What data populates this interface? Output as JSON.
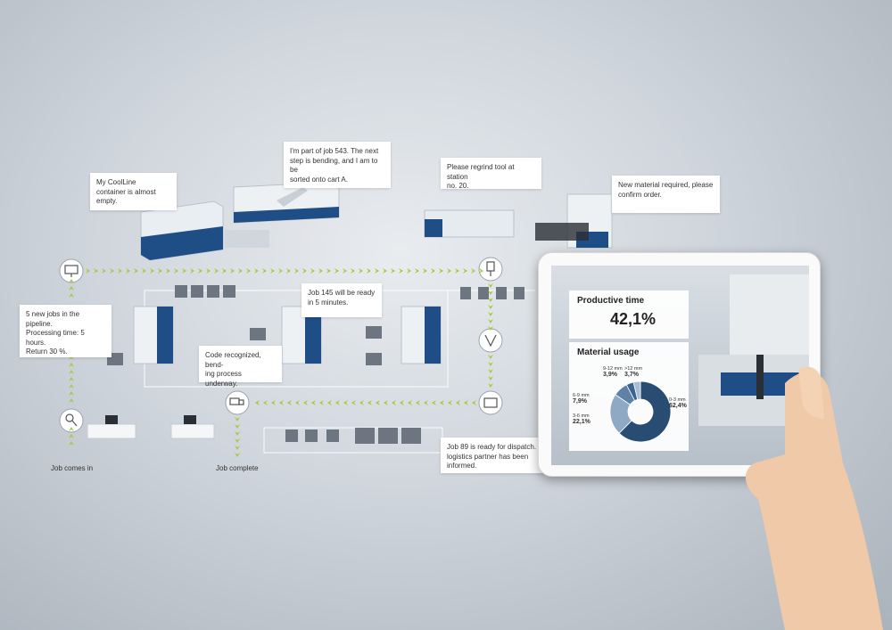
{
  "callouts": {
    "coolline": "My CoolLine\ncontainer is almost\nempty.",
    "job543": "I'm part of job 543. The next\nstep is bending, and I am to be\nsorted onto cart A.",
    "regrind": "Please regrind tool at station\nno. 20.",
    "new_material": "New material required, please\nconfirm order.",
    "pipeline": "5 new jobs in the pipeline.\nProcessing time: 5 hours.\nReturn 30 %.",
    "job145": "Job 145 will be ready\nin 5 minutes.",
    "code_recognized": "Code recognized, bend-\ning process underway.",
    "job89": "Job 89 is ready for dispatch. The\nlogistics partner has been informed."
  },
  "labels": {
    "job_comes_in": "Job comes in",
    "job_complete": "Job complete"
  },
  "icons": [
    "monitor-icon",
    "user-search-icon",
    "truck-icon",
    "punch-tool-icon",
    "bend-tool-icon",
    "press-brake-icon"
  ],
  "colors": {
    "arrow_green": "#a8c83a",
    "machine_blue": "#1f4e86",
    "chart_dark": "#284c72",
    "chart_light": "#8fa9c4"
  },
  "tablet": {
    "productive_time_title": "Productive time",
    "productive_time_value": "42,1%",
    "material_usage_title": "Material usage"
  },
  "chart_data": {
    "type": "pie",
    "title": "Material usage",
    "categories": [
      "0-3 mm",
      "3-6 mm",
      "6-9 mm",
      "9-12 mm",
      ">12 mm"
    ],
    "values": [
      62.4,
      22.1,
      7.9,
      3.9,
      3.7
    ],
    "value_labels": [
      "62,4%",
      "22,1%",
      "7,9%",
      "3,9%",
      "3,7%"
    ]
  }
}
